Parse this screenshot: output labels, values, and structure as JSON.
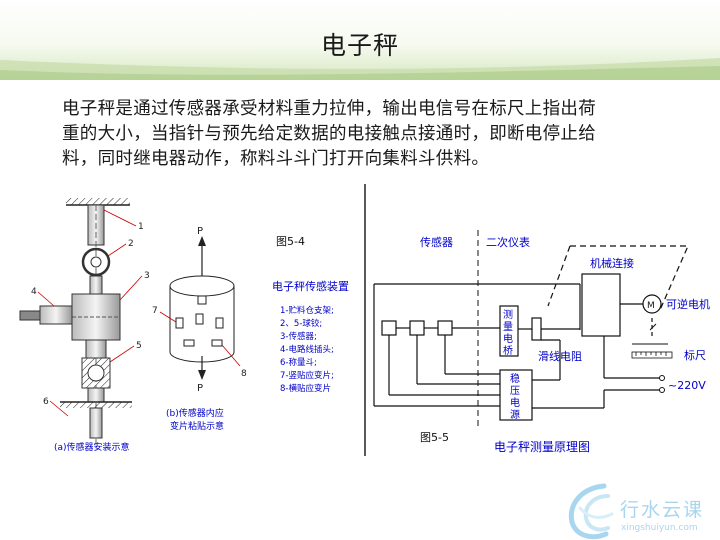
{
  "slide": {
    "title": "电子秤",
    "paragraph_lines": [
      "电子秤是通过传感器承受材料重力拉伸，输出电信号在标尺上指出荷",
      "重的大小，当指针与预先给定数据的电接触点接通时，即断电停止给",
      "料，同时继电器动作，称料斗斗门打开向集料斗供料。"
    ]
  },
  "figure_a": {
    "part_numbers": [
      "1",
      "2",
      "3",
      "4",
      "5",
      "6"
    ],
    "caption": "(a)传感器安装示意"
  },
  "figure_b": {
    "force_label_top": "P",
    "force_label_bottom": "P",
    "part_numbers": [
      "7",
      "8"
    ],
    "caption_line1": "(b)传感器内应",
    "caption_line2": "变片粘贴示意"
  },
  "figure_5_4": {
    "fig_label": "图5-4",
    "heading": "电子秤传感装置",
    "legend": [
      "1-贮料仓支架;",
      "2、5-球铰;",
      "3-传感器;",
      "4-电路线插头;",
      "6-称量斗;",
      "7-竖贴应变片;",
      "8-横贴应变片"
    ]
  },
  "figure_5_5": {
    "fig_label": "图5-5",
    "sensor_label": "传感器",
    "instrument_label": "二次仪表",
    "mechanical_link": "机械连接",
    "bridge_label": [
      "测",
      "量",
      "电",
      "桥"
    ],
    "regulator_label": [
      "稳",
      "压",
      "电",
      "源"
    ],
    "slide_resistor": "滑线电阻",
    "motor_label": "可逆电机",
    "motor_symbol": "M",
    "scale_label": "标尺",
    "supply_label": "~220V",
    "caption": "电子秤测量原理图"
  },
  "watermark": {
    "text": "行水云课",
    "url": "xingshuiyun.com"
  },
  "colors": {
    "header_green": "#cfe3b5",
    "logo_blue": "#a8d6ee",
    "diagram_blue": "#0000c8"
  }
}
